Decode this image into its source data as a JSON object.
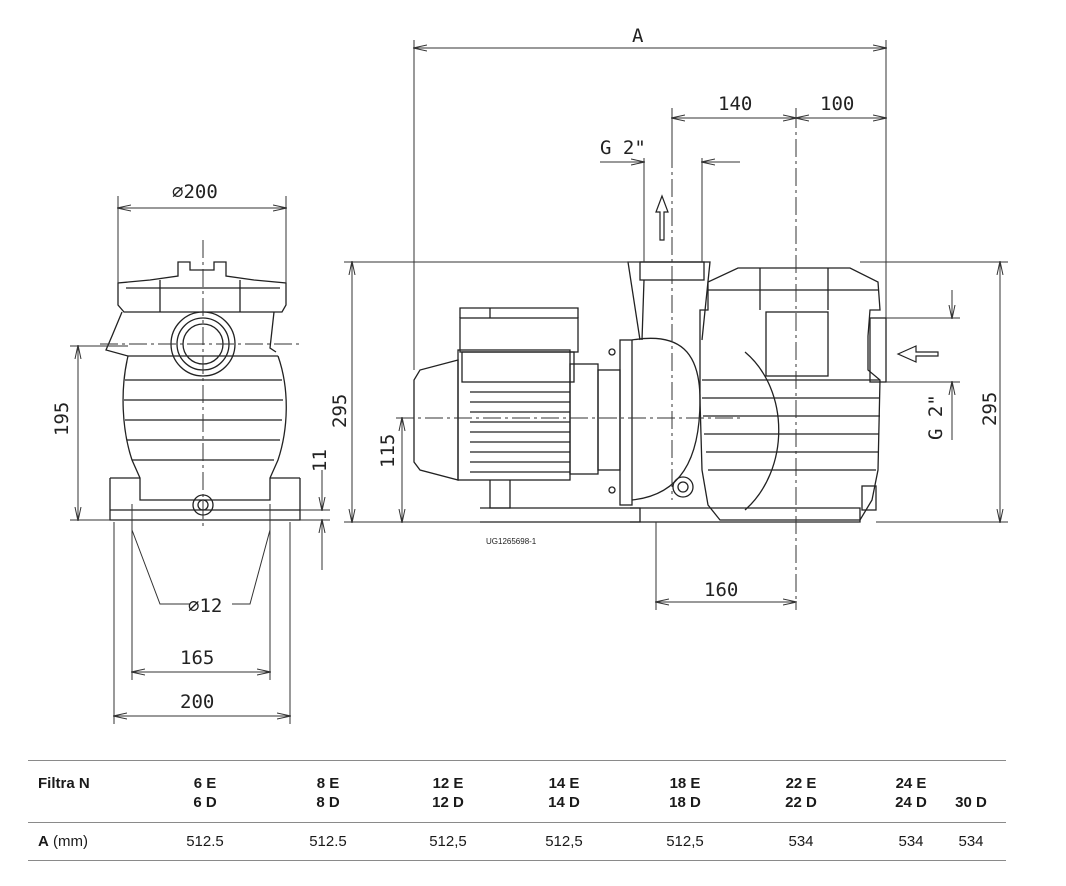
{
  "drawing": {
    "code": "UG1265698-1",
    "front_view": {
      "dia_top": "⌀200",
      "height": "195",
      "foot_thickness": "11",
      "hole_dia": "⌀12",
      "hole_spacing": "165",
      "base_width": "200"
    },
    "side_view": {
      "overall_length": "A",
      "outlet_offset": "140",
      "inlet_offset": "100",
      "outlet_thread": "G 2\"",
      "inlet_thread": "G 2\"",
      "height_left": "295",
      "height_right": "295",
      "axis_height": "115",
      "foot_offset": "160"
    }
  },
  "table": {
    "header_label": "Filtra N",
    "row_label_bold": "A",
    "row_label_unit": "(mm)",
    "columns": [
      {
        "line1": "6 E",
        "line2": "6 D",
        "value": "512.5"
      },
      {
        "line1": "8 E",
        "line2": "8 D",
        "value": "512.5"
      },
      {
        "line1": "12 E",
        "line2": "12 D",
        "value": "512,5"
      },
      {
        "line1": "14 E",
        "line2": "14 D",
        "value": "512,5"
      },
      {
        "line1": "18 E",
        "line2": "18 D",
        "value": "512,5"
      },
      {
        "line1": "22 E",
        "line2": "22 D",
        "value": "534"
      },
      {
        "line1": "24 E",
        "line2": "24 D",
        "value": "534"
      },
      {
        "line1": "",
        "line2": "30 D",
        "value": "534"
      }
    ]
  }
}
